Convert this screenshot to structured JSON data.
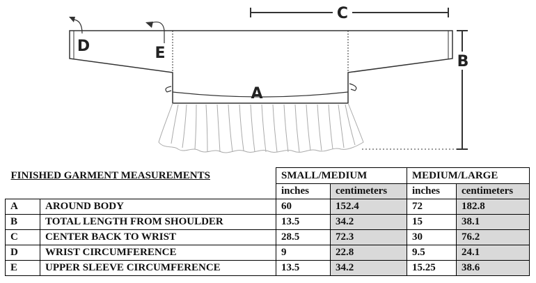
{
  "diagram": {
    "labels": {
      "a": "A",
      "b": "B",
      "c": "C",
      "d": "D",
      "e": "E"
    },
    "line_color": "#333333",
    "ruffle_color": "#aaaaaa"
  },
  "table": {
    "title": "FINISHED GARMENT MEASUREMENTS",
    "size_groups": [
      "SMALL/MEDIUM",
      "MEDIUM/LARGE"
    ],
    "units": [
      "inches",
      "centimeters",
      "inches",
      "centimeters"
    ],
    "rows": [
      {
        "key": "A",
        "label": "AROUND BODY",
        "values": [
          "60",
          "152.4",
          "72",
          "182.8"
        ]
      },
      {
        "key": "B",
        "label": "TOTAL LENGTH FROM SHOULDER",
        "values": [
          "13.5",
          "34.2",
          "15",
          "38.1"
        ]
      },
      {
        "key": "C",
        "label": "CENTER BACK TO WRIST",
        "values": [
          "28.5",
          "72.3",
          "30",
          "76.2"
        ]
      },
      {
        "key": "D",
        "label": "WRIST CIRCUMFERENCE",
        "values": [
          "9",
          "22.8",
          "9.5",
          "24.1"
        ]
      },
      {
        "key": "E",
        "label": "UPPER SLEEVE CIRCUMFERENCE",
        "values": [
          "13.5",
          "34.2",
          "15.25",
          "38.6"
        ]
      }
    ],
    "shaded_color": "#d9d9d9"
  }
}
